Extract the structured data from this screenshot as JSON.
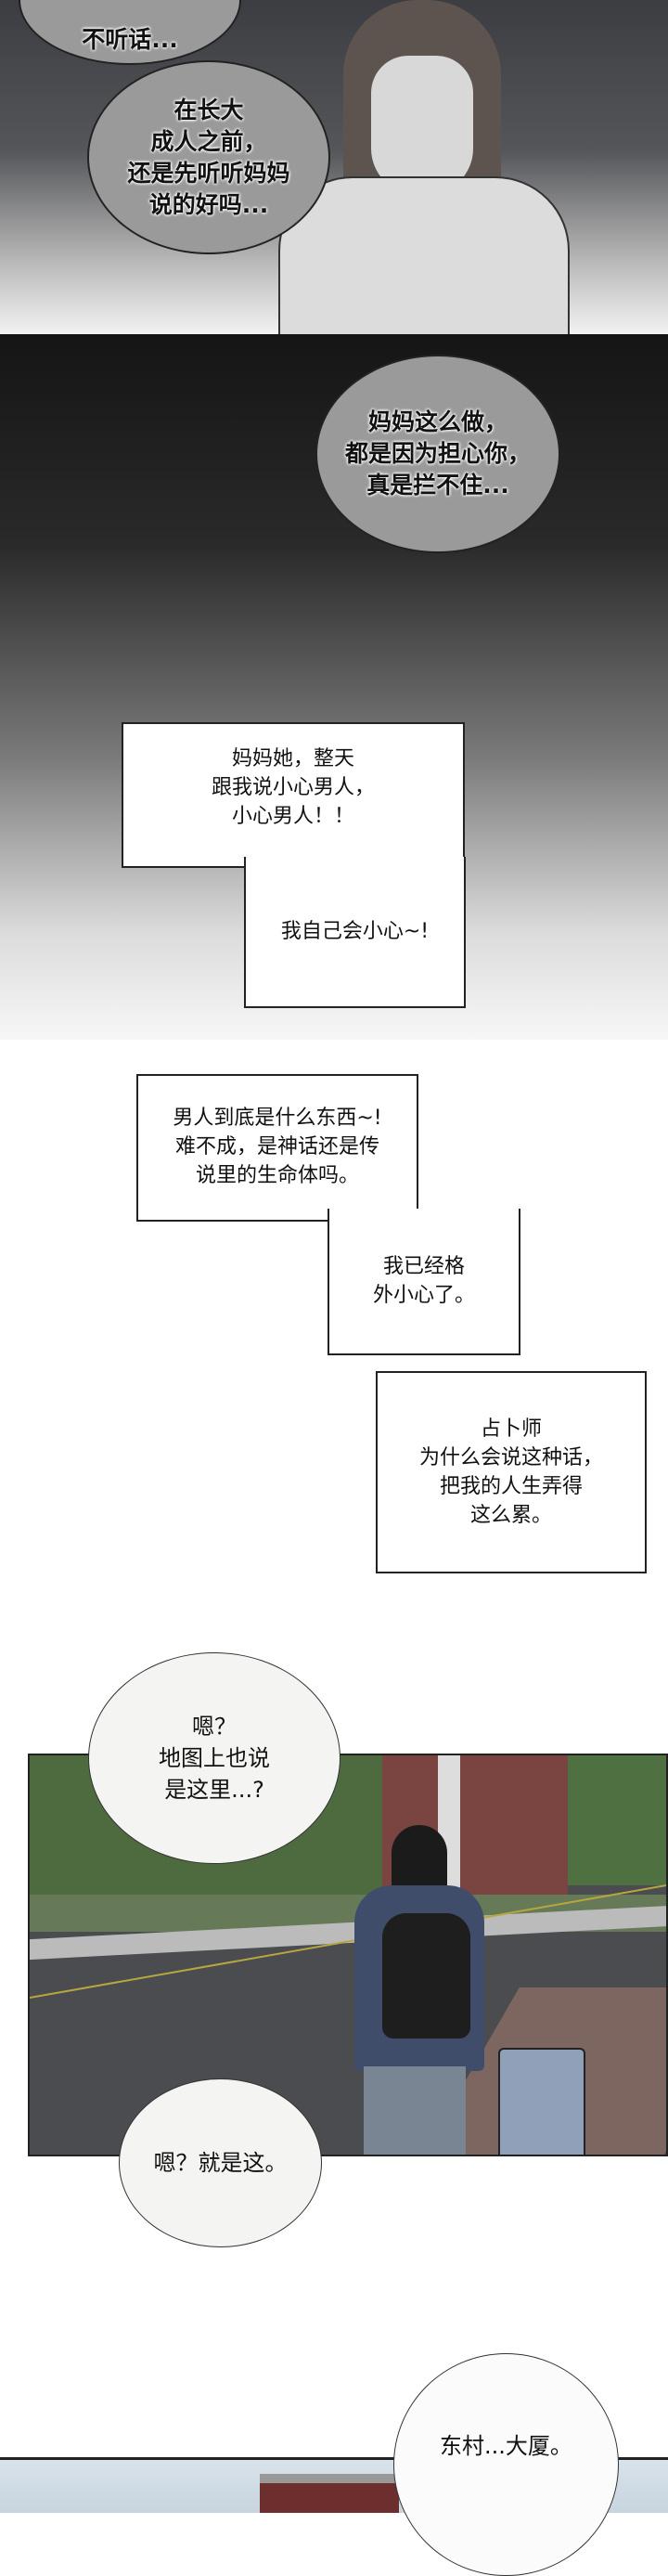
{
  "panel1": {
    "bubble_top": "不听话...",
    "bubble_main": "在长大\n成人之前，\n还是先听听妈妈\n说的好吗..."
  },
  "panel2": {
    "bubble": "妈妈这么做，\n都是因为担心你，\n真是拦不住..."
  },
  "narration": [
    "妈妈她，整天\n跟我说小心男人，\n小心男人！！",
    "我自己会小心~!",
    "男人到底是什么东西~!\n难不成，是神话还是传\n说里的生命体吗。",
    "我已经格\n外小心了。",
    "占卜师\n为什么会说这种话，\n把我的人生弄得\n这么累。"
  ],
  "street": {
    "bubble1": "嗯？\n地图上也说\n是这里...?",
    "bubble2": "嗯？就是这。"
  },
  "bottom": {
    "bubble": "东村...大厦。"
  }
}
